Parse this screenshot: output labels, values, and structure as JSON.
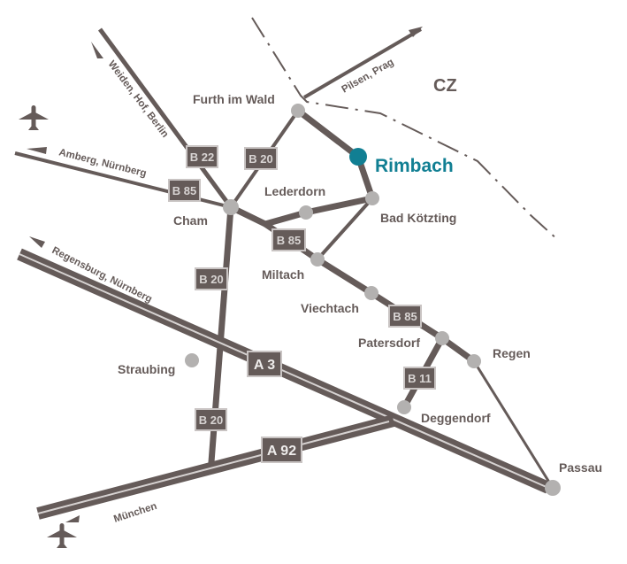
{
  "colors": {
    "road": "#655b59",
    "town": "#b3b1b0",
    "highlight": "#117f93",
    "badge_border": "#c9c4c3"
  },
  "country_label": "CZ",
  "towns": {
    "furth": "Furth im Wald",
    "rimbach": "Rimbach",
    "koetzting": "Bad Kötzting",
    "lederdorn": "Lederdorn",
    "cham": "Cham",
    "miltach": "Miltach",
    "viechtach": "Viechtach",
    "patersdorf": "Patersdorf",
    "regen": "Regen",
    "deggendorf": "Deggendorf",
    "passau": "Passau",
    "straubing": "Straubing"
  },
  "directions": {
    "weiden": "Weiden, Hof, Berlin",
    "amberg": "Amberg, Nürnberg",
    "regensburg": "Regensburg, Nürnberg",
    "pilsen": "Pilsen, Prag",
    "muenchen": "München"
  },
  "badges": {
    "b22": "B 22",
    "b20_north": "B 20",
    "b85_west": "B 85",
    "b85_cham": "B 85",
    "b20_mid": "B 20",
    "b85_east": "B 85",
    "b11": "B 11",
    "b20_south": "B 20",
    "a3": "A 3",
    "a92": "A 92"
  },
  "icons": [
    "airplane-icon",
    "airplane-icon"
  ]
}
